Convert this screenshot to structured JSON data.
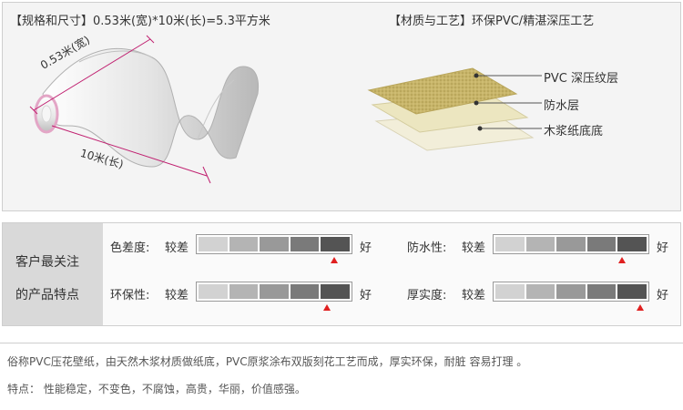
{
  "spec": {
    "title": "【规格和尺寸】0.53米(宽)*10米(长)=5.3平方米",
    "width_label": "0.53米(宽)",
    "length_label": "10米(长)"
  },
  "material": {
    "title": "【材质与工艺】环保PVC/精湛深压工艺",
    "layers": [
      "PVC  深压纹层",
      "防水层",
      "木浆纸底底"
    ]
  },
  "customer": {
    "heading_line1": "客户最关注",
    "heading_line2": "的产品特点",
    "rows": [
      {
        "name": "色差度:",
        "low": "较差",
        "high": "好",
        "level_index": 4
      },
      {
        "name": "防水性:",
        "low": "较差",
        "high": "好",
        "level_index": 4
      },
      {
        "name": "环保性:",
        "low": "较差",
        "high": "好",
        "level_index": 4
      },
      {
        "name": "厚实度:",
        "low": "较差",
        "high": "好",
        "level_index": 4
      }
    ],
    "segment_colors": [
      "#d2d2d2",
      "#b4b4b4",
      "#999999",
      "#7a7a7a",
      "#545454"
    ],
    "marker_color": "#e02020"
  },
  "description": {
    "line1": "俗称PVC压花壁纸，由天然木浆材质做纸底，PVC原浆涂布双版刻花工艺而成，厚实环保，耐脏 容易打理 。",
    "line2": "特点： 性能稳定，不变色，不腐蚀，高贵，华丽，价值感强。"
  }
}
